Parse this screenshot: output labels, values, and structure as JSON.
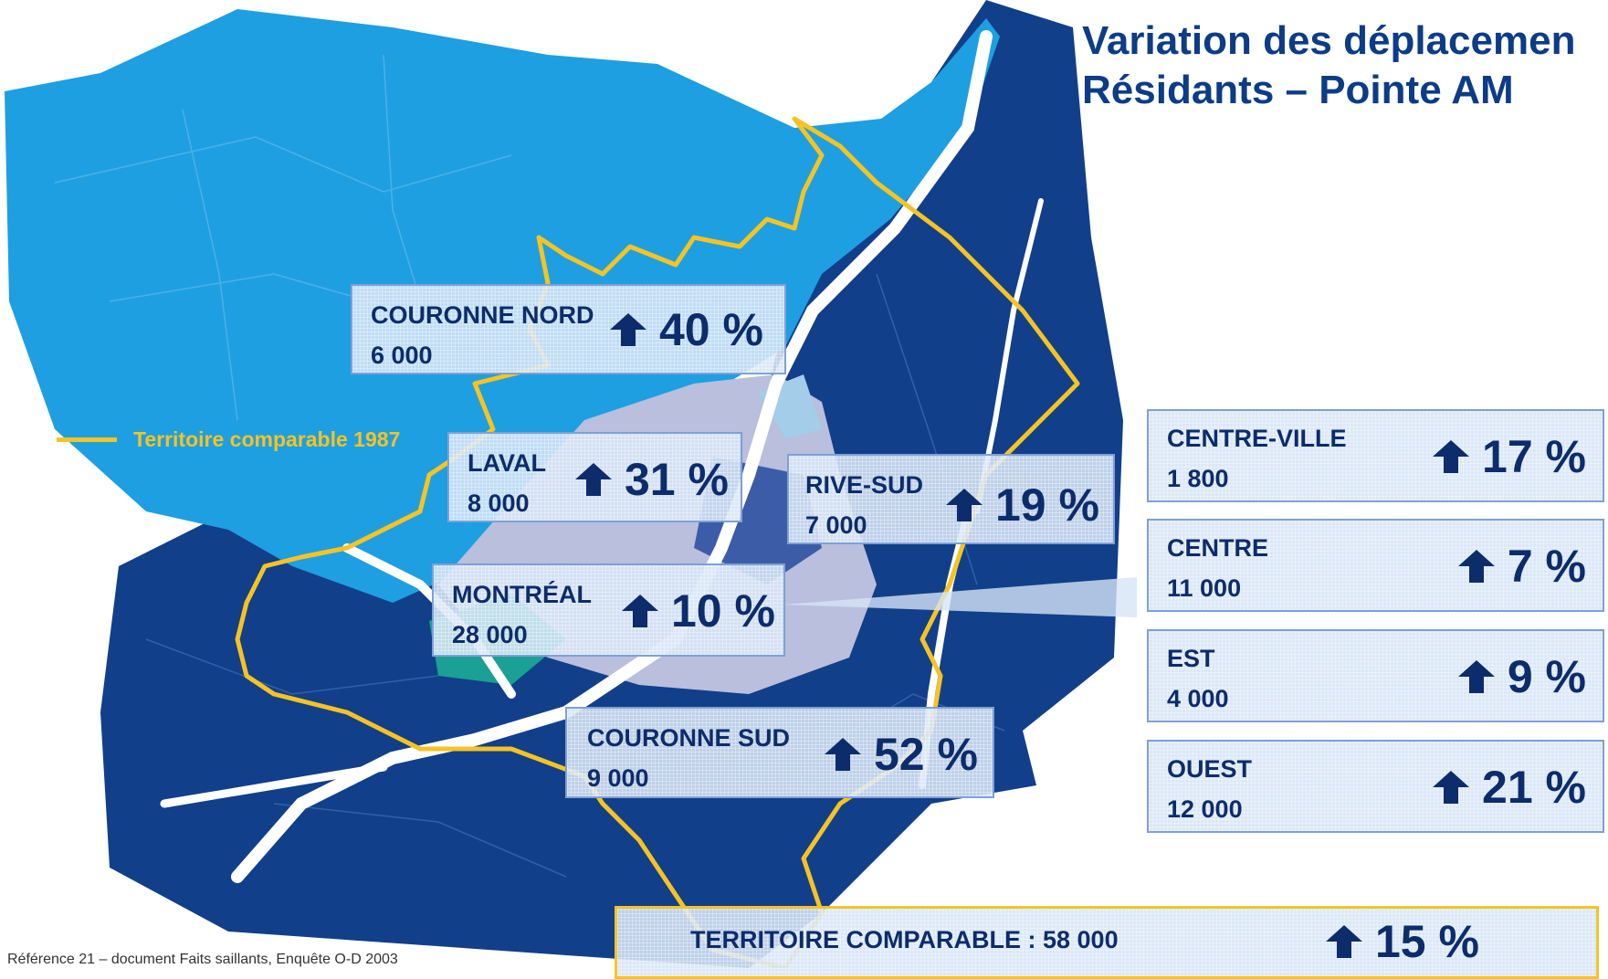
{
  "title": {
    "line1": "Variation des déplacemen",
    "line2": "Résidants – Pointe AM"
  },
  "legend": {
    "label": "Territoire comparable 1987",
    "color": "#f6c324"
  },
  "colors": {
    "outer_region": "#123f8a",
    "north_region": "#1e9fe2",
    "laval_montreal": "#b9bfdc",
    "boundary": "#f6c324",
    "text": "#0d2c6b"
  },
  "regions": [
    {
      "name": "COURONNE NORD",
      "trips": "6 000",
      "change": "40 %",
      "direction": "up-arrow-icon"
    },
    {
      "name": "LAVAL",
      "trips": "8 000",
      "change": "31 %",
      "direction": "up-arrow-icon"
    },
    {
      "name": "RIVE-SUD",
      "trips": "7 000",
      "change": "19 %",
      "direction": "up-arrow-icon"
    },
    {
      "name": "MONTRÉAL",
      "trips": "28 000",
      "change": "10 %",
      "direction": "up-arrow-icon"
    },
    {
      "name": "COURONNE SUD",
      "trips": "9 000",
      "change": "52 %",
      "direction": "up-arrow-icon"
    }
  ],
  "montreal_breakdown": [
    {
      "name": "CENTRE-VILLE",
      "trips": "1 800",
      "change": "17 %"
    },
    {
      "name": "CENTRE",
      "trips": "11 000",
      "change": "7 %"
    },
    {
      "name": "EST",
      "trips": "4 000",
      "change": "9 %"
    },
    {
      "name": "OUEST",
      "trips": "12 000",
      "change": "21 %"
    }
  ],
  "total": {
    "label": "TERRITOIRE COMPARABLE : 58 000",
    "change": "15 %"
  },
  "footnote": "Référence 21 – document Faits saillants, Enquête O-D 2003"
}
